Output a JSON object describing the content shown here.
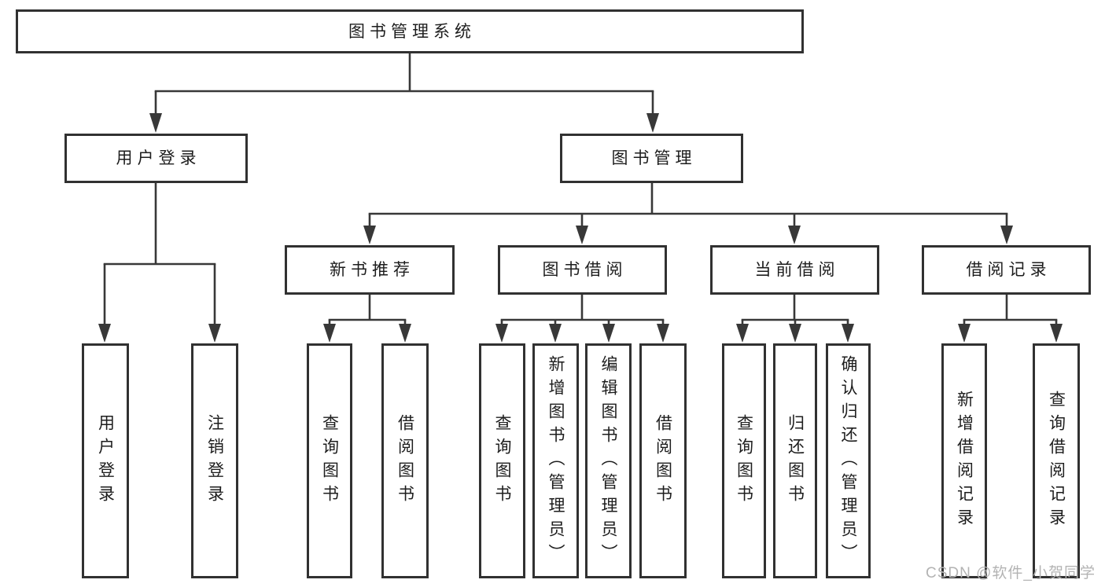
{
  "diagram": {
    "root": {
      "label": "图书管理系统"
    },
    "level2": [
      {
        "label": "用户登录"
      },
      {
        "label": "图书管理"
      }
    ],
    "level3": [
      {
        "label": "新书推荐"
      },
      {
        "label": "图书借阅"
      },
      {
        "label": "当前借阅"
      },
      {
        "label": "借阅记录"
      }
    ],
    "leaves": {
      "login": [
        {
          "label": "用户登录"
        },
        {
          "label": "注销登录"
        }
      ],
      "recommend": [
        {
          "label": "查询图书"
        },
        {
          "label": "借阅图书"
        }
      ],
      "borrow": [
        {
          "label": "查询图书"
        },
        {
          "label": "新增图书（管理员）"
        },
        {
          "label": "编辑图书（管理员）"
        },
        {
          "label": "借阅图书"
        }
      ],
      "current": [
        {
          "label": "查询图书"
        },
        {
          "label": "归还图书"
        },
        {
          "label": "确认归还（管理员）"
        }
      ],
      "record": [
        {
          "label": "新增借阅记录"
        },
        {
          "label": "查询借阅记录"
        }
      ]
    },
    "watermark": "CSDN @软件_小贺同学",
    "colors": {
      "line": "#383838",
      "border": "#313131",
      "text": "#1d1d1d",
      "watermark": "#b3b3b3",
      "background": "#ffffff"
    }
  }
}
